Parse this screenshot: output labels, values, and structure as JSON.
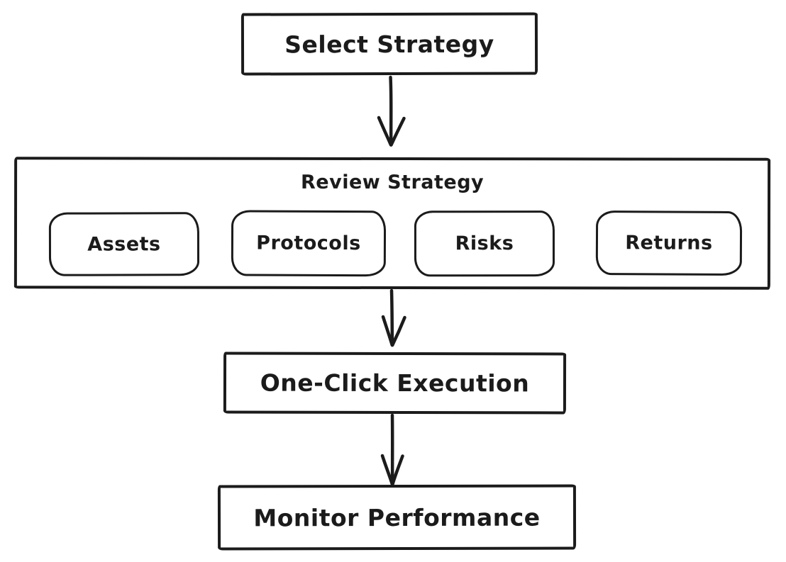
{
  "diagram": {
    "colors": {
      "stroke": "#1b1b1b",
      "background": "#ffffff"
    },
    "nodes": {
      "select_strategy": {
        "label": "Select Strategy"
      },
      "review_strategy": {
        "label": "Review Strategy",
        "children": [
          {
            "label": "Assets"
          },
          {
            "label": "Protocols"
          },
          {
            "label": "Risks"
          },
          {
            "label": "Returns"
          }
        ]
      },
      "one_click_execution": {
        "label": "One-Click Execution"
      },
      "monitor_performance": {
        "label": "Monitor Performance"
      }
    },
    "edges": [
      {
        "from": "select_strategy",
        "to": "review_strategy"
      },
      {
        "from": "review_strategy",
        "to": "one_click_execution"
      },
      {
        "from": "one_click_execution",
        "to": "monitor_performance"
      }
    ]
  }
}
